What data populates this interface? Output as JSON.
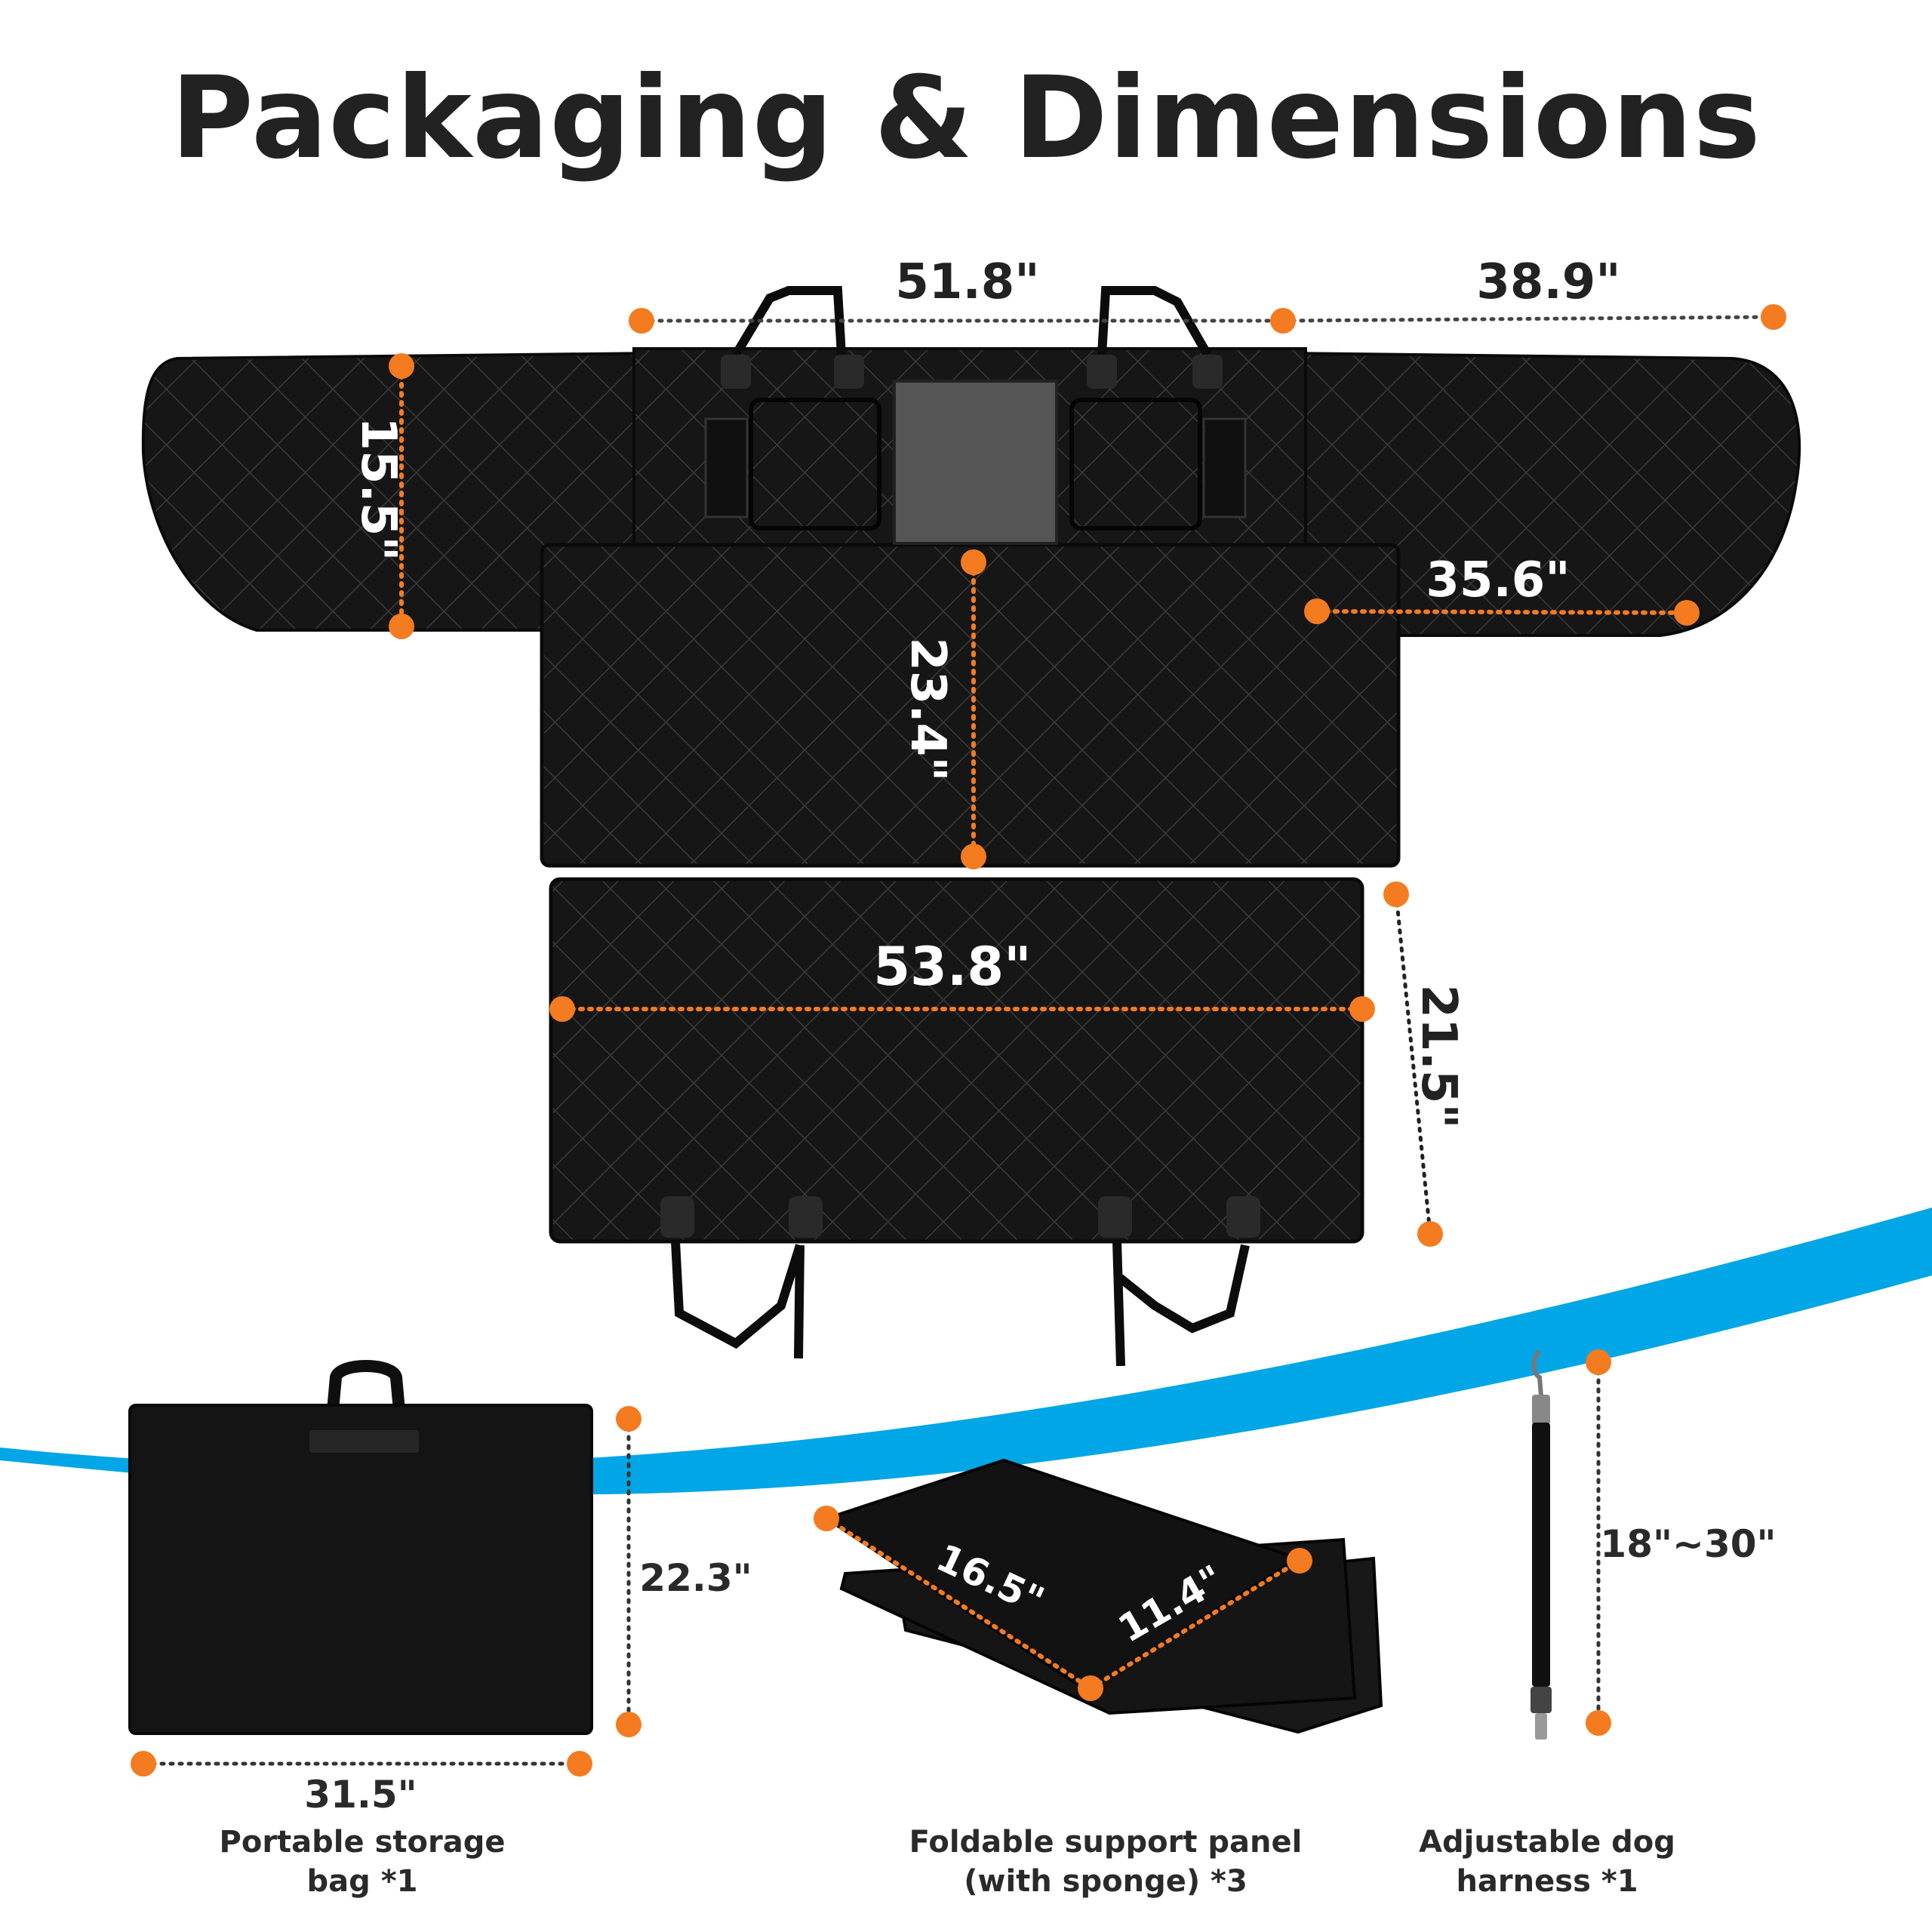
{
  "title": "Packaging & Dimensions",
  "colors": {
    "accent": "#f47b20",
    "swoosh": "#00a6e6",
    "product": "#141414"
  },
  "dimensions": {
    "top_width_center": "51.8\"",
    "top_width_side": "38.9\"",
    "side_flap_height": "15.5\"",
    "side_flap_width": "35.6\"",
    "back_height": "23.4\"",
    "seat_width": "53.8\"",
    "seat_depth": "21.5\"",
    "bag_height": "22.3\"",
    "bag_width": "31.5\"",
    "panel_length": "16.5\"",
    "panel_width": "11.4\"",
    "harness_length": "18\"~30\""
  },
  "items": {
    "bag": {
      "line1": "Portable storage",
      "line2": "bag *1"
    },
    "panel": {
      "line1": "Foldable support panel",
      "line2": "(with sponge) *3"
    },
    "harness": {
      "line1": "Adjustable dog",
      "line2": "harness *1"
    }
  }
}
